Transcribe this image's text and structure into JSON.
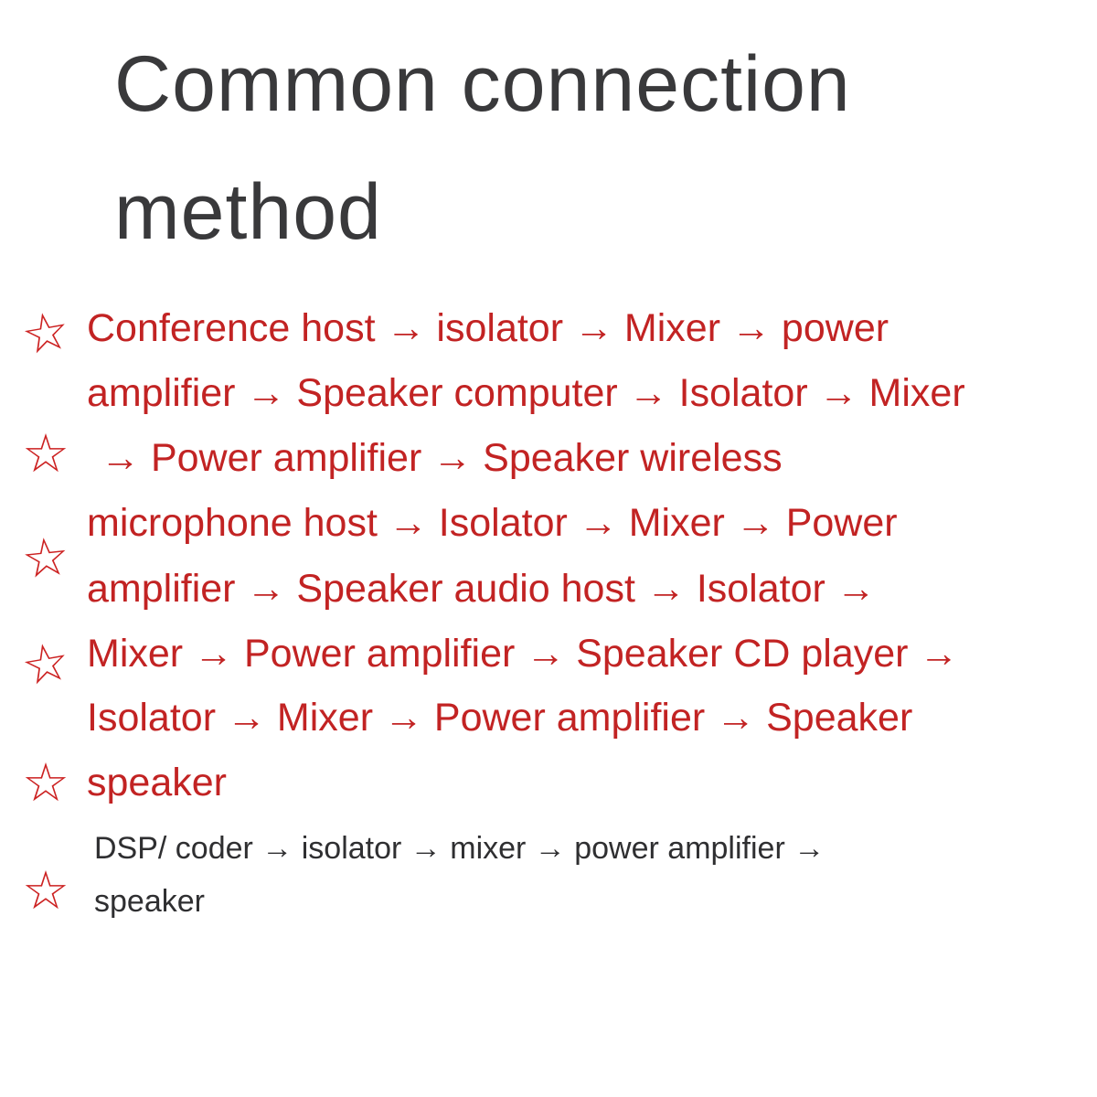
{
  "page": {
    "title_line1": "Common connection",
    "title_line2": "method"
  },
  "colors": {
    "title_text": "#39393b",
    "red_text": "#c22323",
    "dark_text": "#2f2f31",
    "background": "#ffffff"
  },
  "list": {
    "bullet": "☆",
    "red_lines": [
      "Conference host → isolator → Mixer → power",
      "amplifier → Speaker computer → Isolator → Mixer",
      "→ Power amplifier → Speaker wireless",
      "microphone host → Isolator → Mixer → Power",
      "amplifier → Speaker audio host → Isolator →",
      "Mixer → Power amplifier → Speaker CD player →",
      "Isolator → Mixer → Power amplifier → Speaker",
      "speaker"
    ],
    "dark_lines": [
      "DSP/ coder → isolator → mixer → power amplifier →",
      "speaker"
    ]
  }
}
